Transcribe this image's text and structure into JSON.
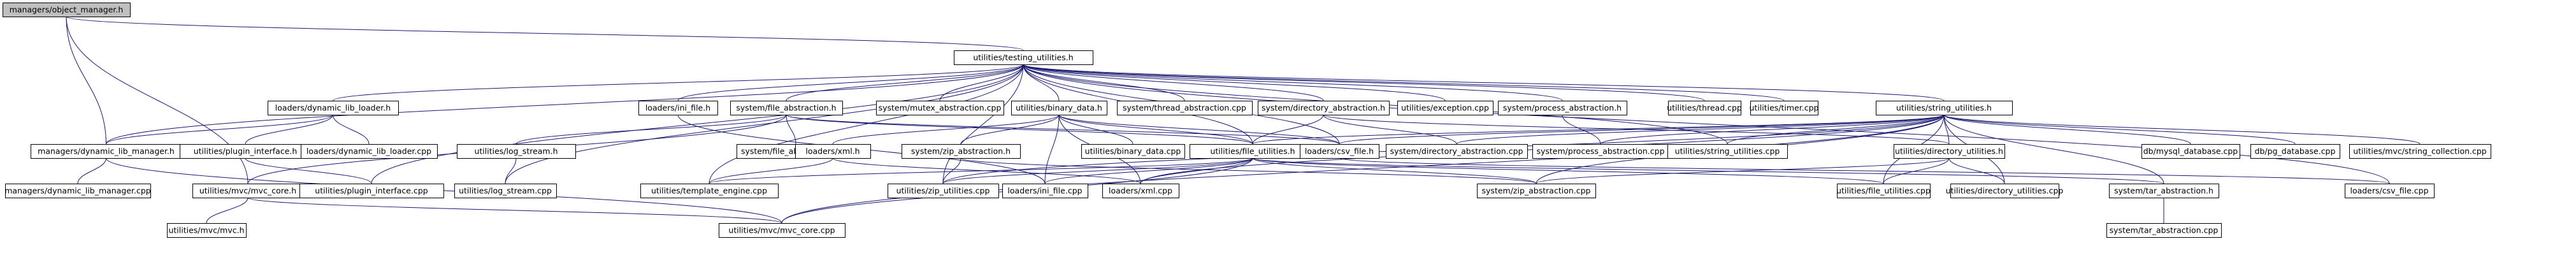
{
  "colors": {
    "edge": "#191970",
    "node_border": "#000000",
    "node_fill": "#ffffff",
    "root_fill": "#bfbfbf",
    "text": "#000000"
  },
  "nodes": [
    {
      "id": "om",
      "label": "managers/object_manager.h",
      "root": true
    },
    {
      "id": "tu",
      "label": "utilities/testing_utilities.h"
    },
    {
      "id": "dll",
      "label": "loaders/dynamic_lib_loader.h"
    },
    {
      "id": "mdl",
      "label": "managers/dynamic_lib_manager.h"
    },
    {
      "id": "mdlc",
      "label": "managers/dynamic_lib_manager.cpp"
    },
    {
      "id": "umc",
      "label": "utilities/mvc/mvc_core.h"
    },
    {
      "id": "umm",
      "label": "utilities/mvc/mvc.h"
    },
    {
      "id": "ummc",
      "label": "utilities/mvc/mvc_core.cpp"
    },
    {
      "id": "upi",
      "label": "utilities/plugin_interface.h"
    },
    {
      "id": "upic",
      "label": "utilities/plugin_interface.cpp"
    },
    {
      "id": "dllc",
      "label": "loaders/dynamic_lib_loader.cpp"
    },
    {
      "id": "lin",
      "label": "loaders/ini_file.h"
    },
    {
      "id": "sfa",
      "label": "system/file_abstraction.h"
    },
    {
      "id": "uls",
      "label": "utilities/log_stream.h"
    },
    {
      "id": "ulsc",
      "label": "utilities/log_stream.cpp"
    },
    {
      "id": "sfac",
      "label": "system/file_abstraction.cpp"
    },
    {
      "id": "lxml",
      "label": "loaders/xml.h"
    },
    {
      "id": "ute",
      "label": "utilities/template_engine.cpp"
    },
    {
      "id": "smac",
      "label": "system/mutex_abstraction.cpp"
    },
    {
      "id": "ubd",
      "label": "utilities/binary_data.h"
    },
    {
      "id": "ubdc",
      "label": "utilities/binary_data.cpp"
    },
    {
      "id": "sza",
      "label": "system/zip_abstraction.h"
    },
    {
      "id": "uzu",
      "label": "utilities/zip_utilities.cpp"
    },
    {
      "id": "stac",
      "label": "system/thread_abstraction.cpp"
    },
    {
      "id": "ufu",
      "label": "utilities/file_utilities.h"
    },
    {
      "id": "linc",
      "label": "loaders/ini_file.cpp"
    },
    {
      "id": "lxmc",
      "label": "loaders/xml.cpp"
    },
    {
      "id": "sda",
      "label": "system/directory_abstraction.h"
    },
    {
      "id": "lcsv",
      "label": "loaders/csv_file.h"
    },
    {
      "id": "sdac",
      "label": "system/directory_abstraction.cpp"
    },
    {
      "id": "szac",
      "label": "system/zip_abstraction.cpp"
    },
    {
      "id": "uexc",
      "label": "utilities/exception.cpp"
    },
    {
      "id": "spa",
      "label": "system/process_abstraction.h"
    },
    {
      "id": "spac",
      "label": "system/process_abstraction.cpp"
    },
    {
      "id": "uthr",
      "label": "utilities/thread.cpp"
    },
    {
      "id": "utim",
      "label": "utilities/timer.cpp"
    },
    {
      "id": "usu",
      "label": "utilities/string_utilities.h"
    },
    {
      "id": "usuc",
      "label": "utilities/string_utilities.cpp"
    },
    {
      "id": "udu",
      "label": "utilities/directory_utilities.h"
    },
    {
      "id": "ufuc",
      "label": "utilities/file_utilities.cpp"
    },
    {
      "id": "uduc",
      "label": "utilities/directory_utilities.cpp"
    },
    {
      "id": "sta",
      "label": "system/tar_abstraction.h"
    },
    {
      "id": "stac2",
      "label": "system/tar_abstraction.cpp"
    },
    {
      "id": "dbm",
      "label": "db/mysql_database.cpp"
    },
    {
      "id": "dbp",
      "label": "db/pg_database.cpp"
    },
    {
      "id": "umsc",
      "label": "utilities/mvc/string_collection.cpp"
    },
    {
      "id": "lcsvc",
      "label": "loaders/csv_file.cpp"
    }
  ],
  "edges": [
    [
      "om",
      "tu"
    ],
    [
      "om",
      "mdl"
    ],
    [
      "om",
      "umc"
    ],
    [
      "tu",
      "dll"
    ],
    [
      "tu",
      "mdl"
    ],
    [
      "tu",
      "lin"
    ],
    [
      "tu",
      "sfa"
    ],
    [
      "tu",
      "smac"
    ],
    [
      "tu",
      "ubd"
    ],
    [
      "tu",
      "stac"
    ],
    [
      "tu",
      "sda"
    ],
    [
      "tu",
      "uexc"
    ],
    [
      "tu",
      "spa"
    ],
    [
      "tu",
      "uthr"
    ],
    [
      "tu",
      "utim"
    ],
    [
      "tu",
      "usu"
    ],
    [
      "tu",
      "ulsc"
    ],
    [
      "tu",
      "ute"
    ],
    [
      "tu",
      "lcsvc"
    ],
    [
      "tu",
      "ufu"
    ],
    [
      "tu",
      "lcsv"
    ],
    [
      "tu",
      "usuc"
    ],
    [
      "tu",
      "uzu"
    ],
    [
      "tu",
      "upic"
    ],
    [
      "dll",
      "mdl"
    ],
    [
      "dll",
      "upi"
    ],
    [
      "dll",
      "dllc"
    ],
    [
      "mdl",
      "mdlc"
    ],
    [
      "mdl",
      "ummc"
    ],
    [
      "umc",
      "umm"
    ],
    [
      "umc",
      "ummc"
    ],
    [
      "upi",
      "upic"
    ],
    [
      "lin",
      "linc"
    ],
    [
      "sfa",
      "uls"
    ],
    [
      "sfa",
      "sfac"
    ],
    [
      "sfa",
      "ufu"
    ],
    [
      "sfa",
      "lcsv"
    ],
    [
      "sfa",
      "umc"
    ],
    [
      "uls",
      "ulsc"
    ],
    [
      "ubd",
      "ubdc"
    ],
    [
      "ubd",
      "lxml"
    ],
    [
      "ubd",
      "sza"
    ],
    [
      "ubd",
      "ufu"
    ],
    [
      "ubd",
      "linc"
    ],
    [
      "ubd",
      "lxmc"
    ],
    [
      "ubd",
      "lcsv"
    ],
    [
      "lxml",
      "lxmc"
    ],
    [
      "lxml",
      "ute"
    ],
    [
      "sza",
      "uzu"
    ],
    [
      "sza",
      "szac"
    ],
    [
      "ufu",
      "uzu"
    ],
    [
      "ufu",
      "linc"
    ],
    [
      "ufu",
      "lxmc"
    ],
    [
      "ufu",
      "szac"
    ],
    [
      "ufu",
      "ufuc"
    ],
    [
      "ufu",
      "ute"
    ],
    [
      "ufu",
      "sta"
    ],
    [
      "ufu",
      "ummc"
    ],
    [
      "sda",
      "sdac"
    ],
    [
      "sda",
      "ufu"
    ],
    [
      "sda",
      "udu"
    ],
    [
      "spa",
      "spac"
    ],
    [
      "usu",
      "ufu"
    ],
    [
      "usu",
      "sdac"
    ],
    [
      "usu",
      "spac"
    ],
    [
      "usu",
      "usuc"
    ],
    [
      "usu",
      "udu"
    ],
    [
      "usu",
      "dbm"
    ],
    [
      "usu",
      "dbp"
    ],
    [
      "usu",
      "umsc"
    ],
    [
      "usu",
      "lcsv"
    ],
    [
      "usu",
      "szac"
    ],
    [
      "usu",
      "sta"
    ],
    [
      "usu",
      "uzu"
    ],
    [
      "usu",
      "uduc"
    ],
    [
      "usu",
      "lxmc"
    ],
    [
      "usu",
      "ummc"
    ],
    [
      "usu",
      "ufuc"
    ],
    [
      "udu",
      "ufuc"
    ],
    [
      "udu",
      "uduc"
    ],
    [
      "udu",
      "szac"
    ],
    [
      "sta",
      "stac2"
    ],
    [
      "lcsv",
      "lcsvc"
    ]
  ]
}
